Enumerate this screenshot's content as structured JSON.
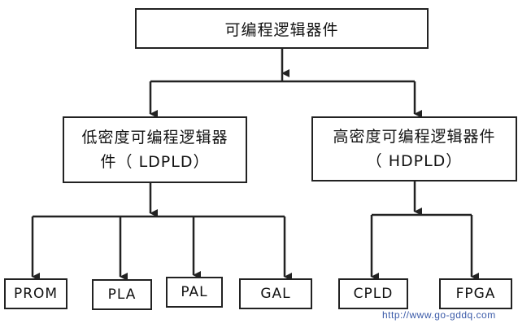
{
  "root": {
    "label": "可编程逻辑器件"
  },
  "low": {
    "line1": "低密度可编程逻辑器",
    "line2": "件（ LDPLD）"
  },
  "high": {
    "line1": "高密度可编程逻辑器件",
    "line2": "（ HDPLD）"
  },
  "low_children": [
    "PROM",
    "PLA",
    "PAL",
    "GAL"
  ],
  "high_children": [
    "CPLD",
    "FPGA"
  ],
  "watermark": "http://www.go-gddq.com"
}
